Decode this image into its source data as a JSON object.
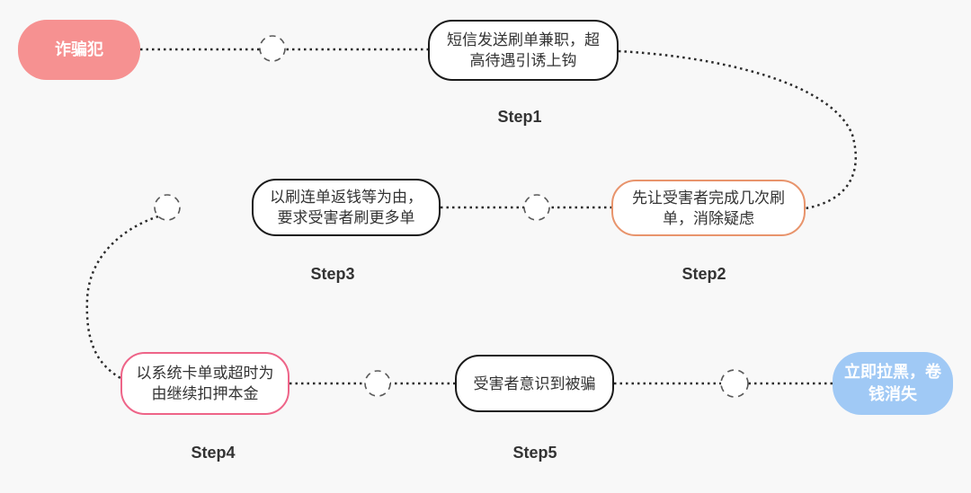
{
  "flowchart": {
    "start": {
      "label": "诈骗犯"
    },
    "steps": [
      {
        "id": "step1",
        "text": "短信发送刷单兼职，超高待遇引诱上钩",
        "label": "Step1"
      },
      {
        "id": "step2",
        "text": "先让受害者完成几次刷单，消除疑虑",
        "label": "Step2"
      },
      {
        "id": "step3",
        "text": "以刷连单返钱等为由，要求受害者刷更多单",
        "label": "Step3"
      },
      {
        "id": "step4",
        "text": "以系统卡单或超时为由继续扣押本金",
        "label": "Step4"
      },
      {
        "id": "step5",
        "text": "受害者意识到被骗",
        "label": "Step5"
      }
    ],
    "end": {
      "label": "立即拉黑，卷钱消失"
    }
  },
  "colors": {
    "background": "#f8f8f8",
    "start_node_bg": "#f69191",
    "end_node_bg": "#a0c9f5",
    "default_border": "#1a1a1a",
    "step2_border": "#e8946c",
    "step4_border": "#ee6488",
    "connector": "#2b2b2b",
    "junction_stroke": "#5a5a5a",
    "node_text": "#333333"
  }
}
